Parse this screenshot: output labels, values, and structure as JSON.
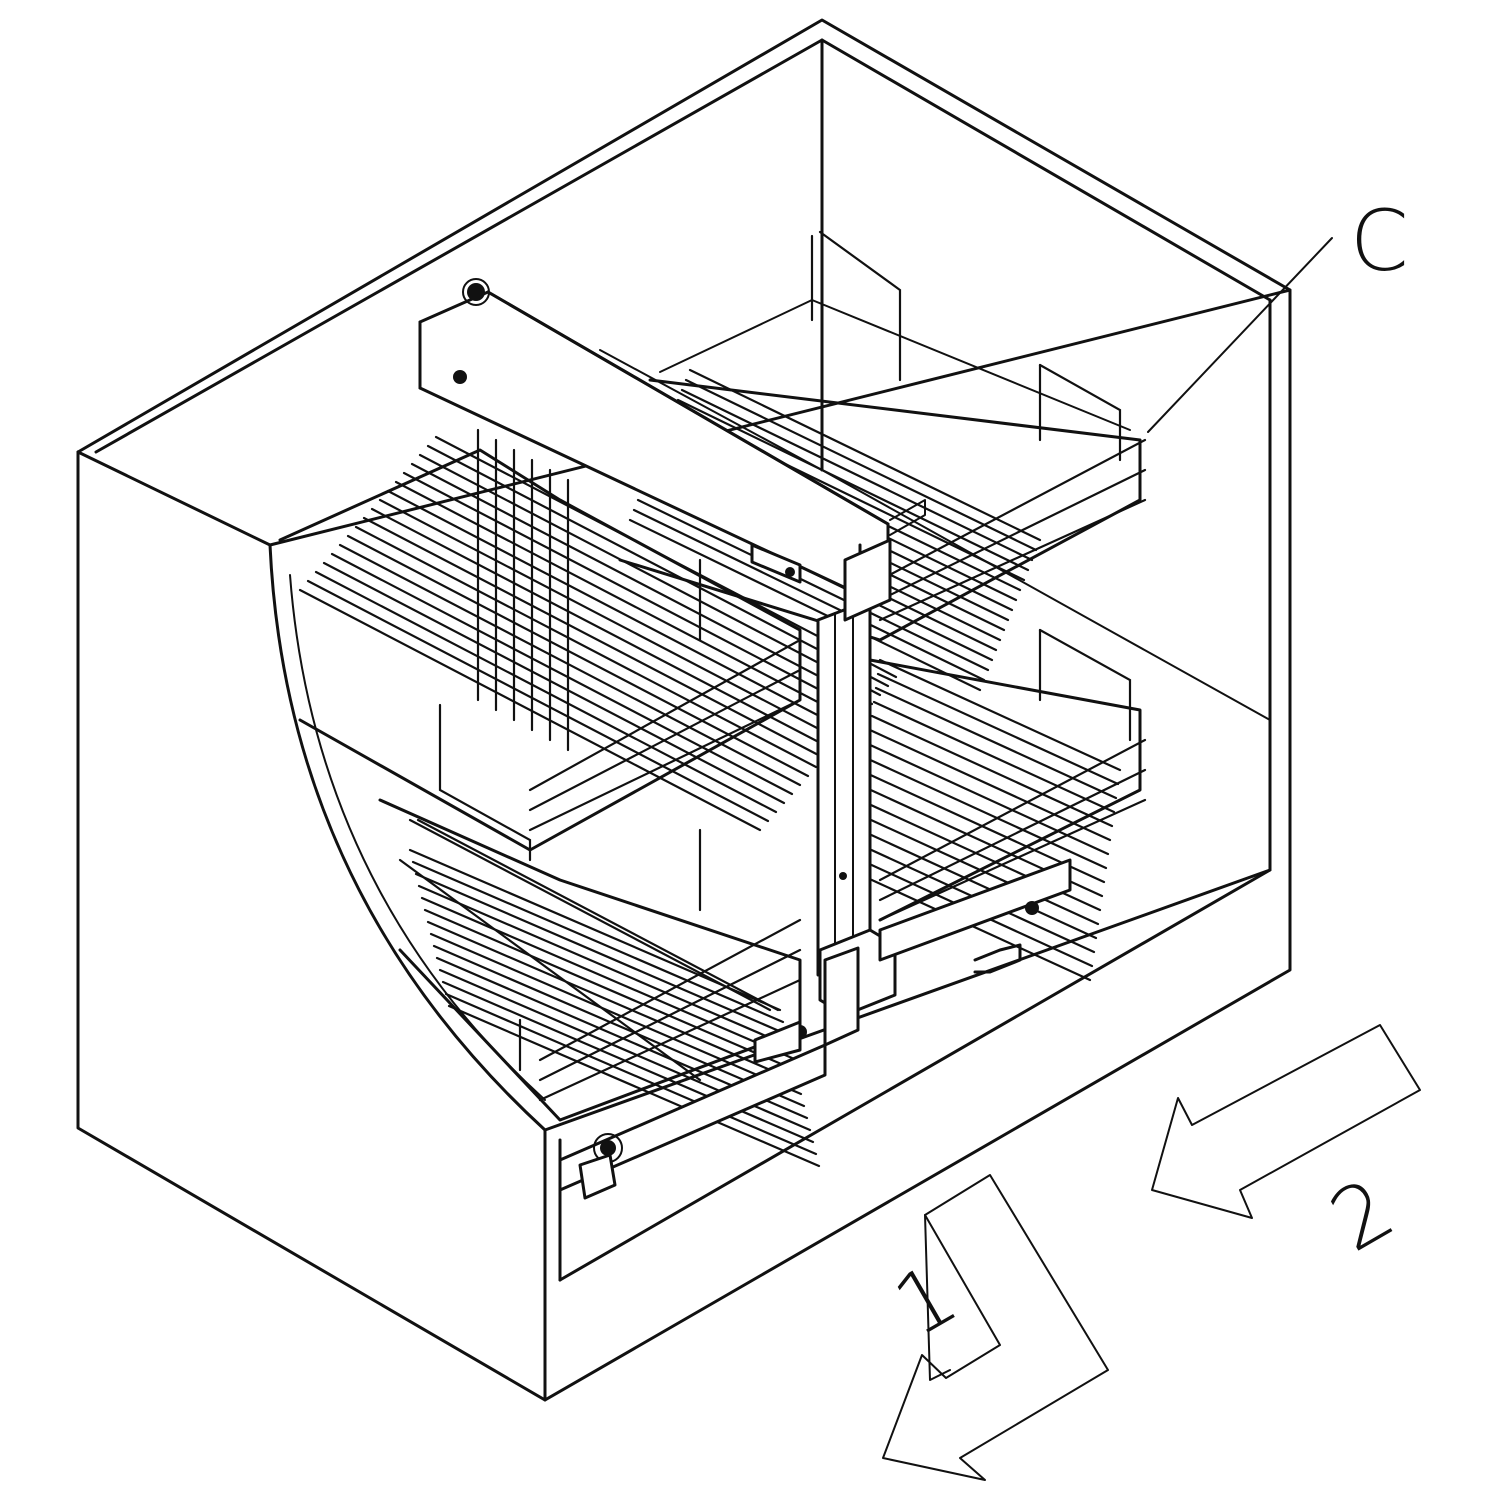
{
  "labels": {
    "callout": "C",
    "arrow1": "1",
    "arrow2": "2"
  }
}
